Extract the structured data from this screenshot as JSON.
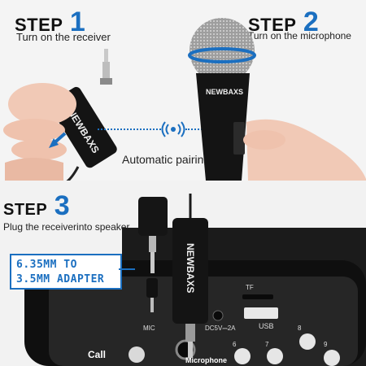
{
  "step1": {
    "word": "STEP",
    "num": "1",
    "caption": "Turn on the receiver"
  },
  "step2": {
    "word": "STEP",
    "num": "2",
    "caption": "Turn on the microphone"
  },
  "step3": {
    "word": "STEP",
    "num": "3",
    "caption": "Plug the receiverinto speaker"
  },
  "pairing": {
    "label": "Automatic pairing"
  },
  "adapter": {
    "line1": "6.35MM TO",
    "line2": "3.5MM ADAPTER"
  },
  "brand": "NEWBAXS",
  "speaker_labels": {
    "mic": "MIC",
    "tf": "TF",
    "usb": "USB",
    "power": "DC5V⎓2A",
    "call": "Call",
    "microphone": "Microphone",
    "knob6": "6",
    "knob7": "7",
    "knob8": "8",
    "knob9": "9"
  },
  "colors": {
    "accent": "#1b6fc0",
    "device": "#141414",
    "skin": "#f1c9b6"
  },
  "icons": [
    "wireless-signal-icon",
    "arrow-left-icon"
  ]
}
